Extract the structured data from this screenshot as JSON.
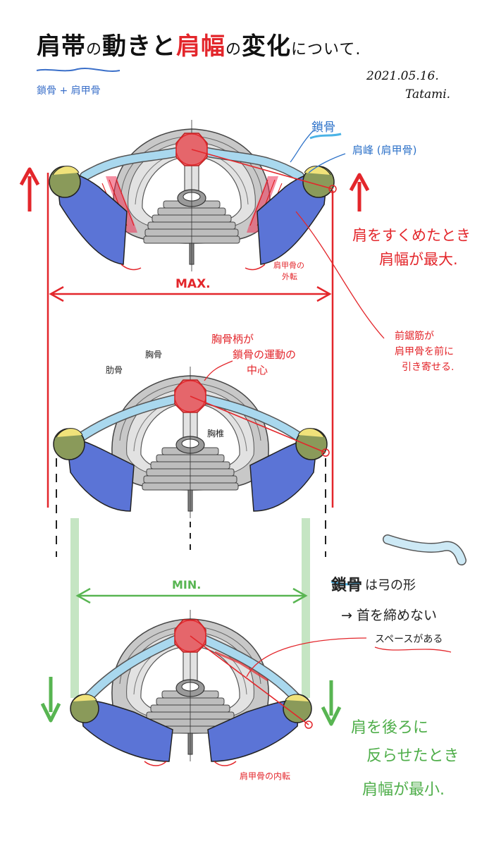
{
  "title": {
    "part1": "肩帯",
    "part2": "の",
    "part3": "動きと",
    "part4": "肩幅",
    "part5": "の",
    "part6": "変化",
    "part7": "について."
  },
  "subtitle": "鎖骨 + 肩甲骨",
  "date": "2021.05.16.",
  "author": "Tatami.",
  "labels": {
    "clavicle": "鎖骨",
    "acromion": "肩峰 (肩甲骨)",
    "scapula_abduction_1": "肩甲骨の",
    "scapula_abduction_2": "外転",
    "max": "MAX.",
    "shrug_1": "肩をすくめたとき",
    "shrug_2": "肩幅が最大.",
    "serratus_1": "前鋸筋が",
    "serratus_2": "肩甲骨を前に",
    "serratus_3": "引き寄せる.",
    "manubrium_1": "胸骨柄が",
    "manubrium_2": "鎖骨の運動の",
    "manubrium_3": "中心",
    "sternum": "胸骨",
    "rib": "肋骨",
    "thoracic": "胸椎",
    "min": "MIN.",
    "bow_1": "鎖骨",
    "bow_2": "は弓の形",
    "bow_3": "→ 首を締めない",
    "bow_4": "スペースがある",
    "retract_1": "肩を後ろに",
    "retract_2": "反らせたとき",
    "retract_3": "肩幅が最小.",
    "adduction": "肩甲骨の内転"
  },
  "colors": {
    "red": "#e3262b",
    "green": "#58b552",
    "blue_clavicle": "#a9d8ee",
    "blue_scapula": "#5b74d6",
    "bone_gray": "#b9b9b9",
    "sternum_red": "#e5666b",
    "humerus_yellow": "#f0e27a"
  }
}
